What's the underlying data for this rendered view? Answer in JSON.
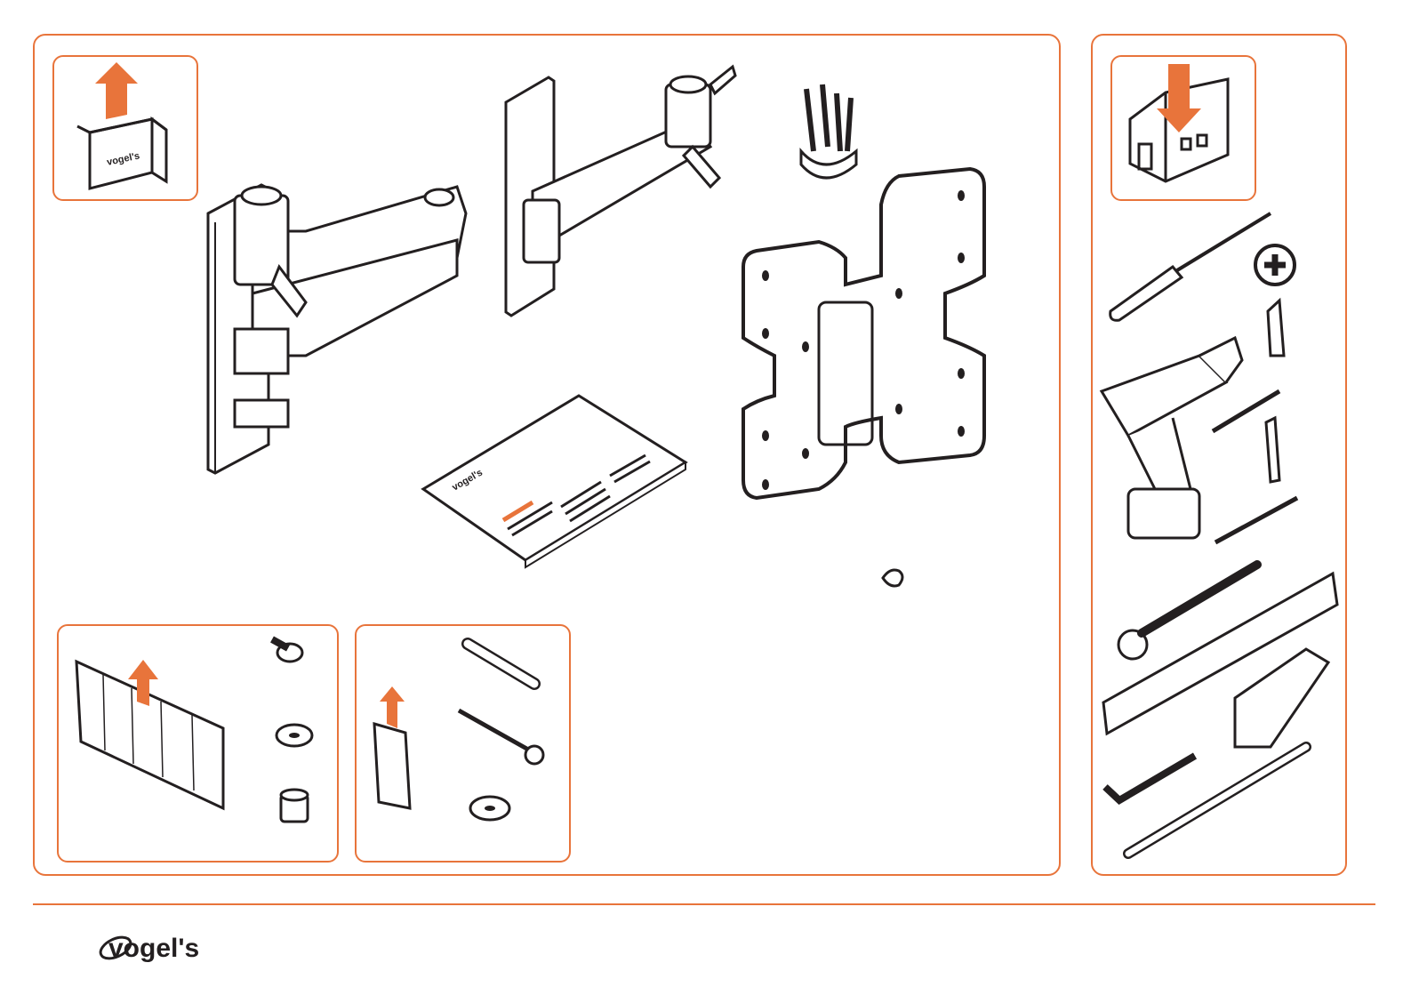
{
  "brand": {
    "name": "vogel's",
    "accent_color": "#e8743b",
    "ink_color": "#231f20"
  },
  "icons": {
    "package_contents": "box-open-arrow-up-icon",
    "tools_needed": "house-arrow-down-icon",
    "phillips": "phillips-screw-head-icon"
  },
  "package_label": "vogel's",
  "manual_label": "vogel's",
  "footer": {
    "logo_text": "vogel's"
  }
}
